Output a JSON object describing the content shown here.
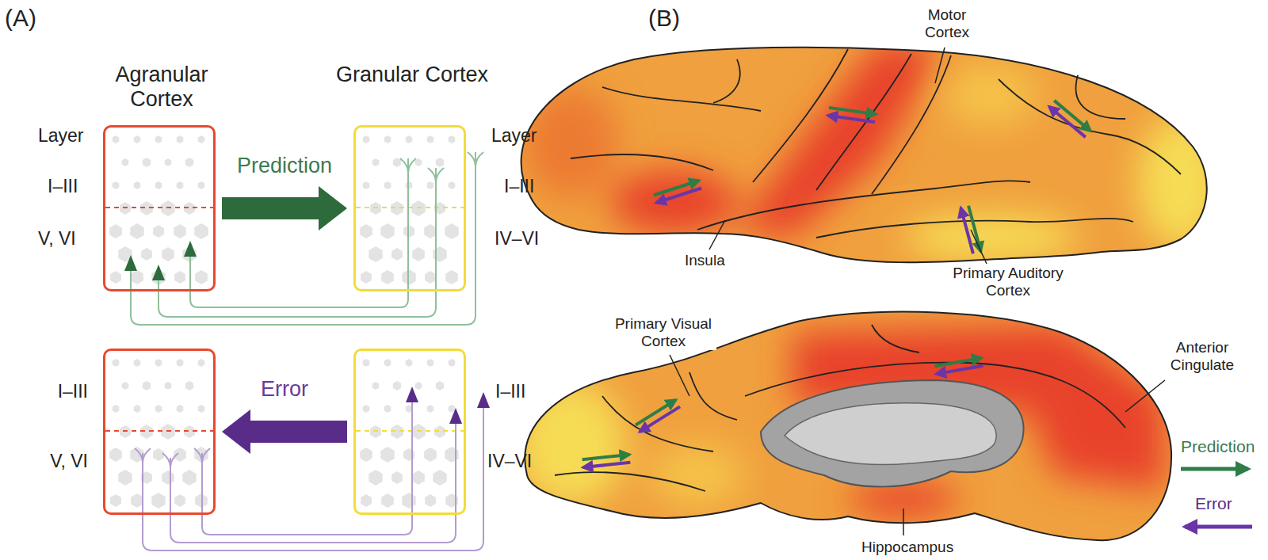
{
  "diagram": {
    "nodes": [
      {
        "text": [
          "Agranular Cortex"
        ]
      },
      {
        "text": [
          "Granular Cortex"
        ]
      },
      {
        "text": [
          "I–III",
          "V, VI"
        ]
      },
      {
        "text": [
          "I–III",
          "IV–VI"
        ]
      }
    ],
    "edges": [
      {
        "from": 0,
        "to": 1,
        "label": "Prediction",
        "arrow": "to"
      },
      {
        "from": 3,
        "to": 2,
        "label": "Error",
        "arrow": "to"
      }
    ],
    "labels": [
      "(A)",
      "Layer",
      "I–III",
      "V, VI",
      "Layer",
      "I–III",
      "IV–VI",
      "(B)",
      "Motor Cortex",
      "Insula",
      "Primary Auditory Cortex",
      "Primary Visual Cortex",
      "Anterior Cingulate",
      "Hippocampus"
    ],
    "legend": [
      {
        "text": "Prediction"
      },
      {
        "text": "Error"
      }
    ]
  }
}
